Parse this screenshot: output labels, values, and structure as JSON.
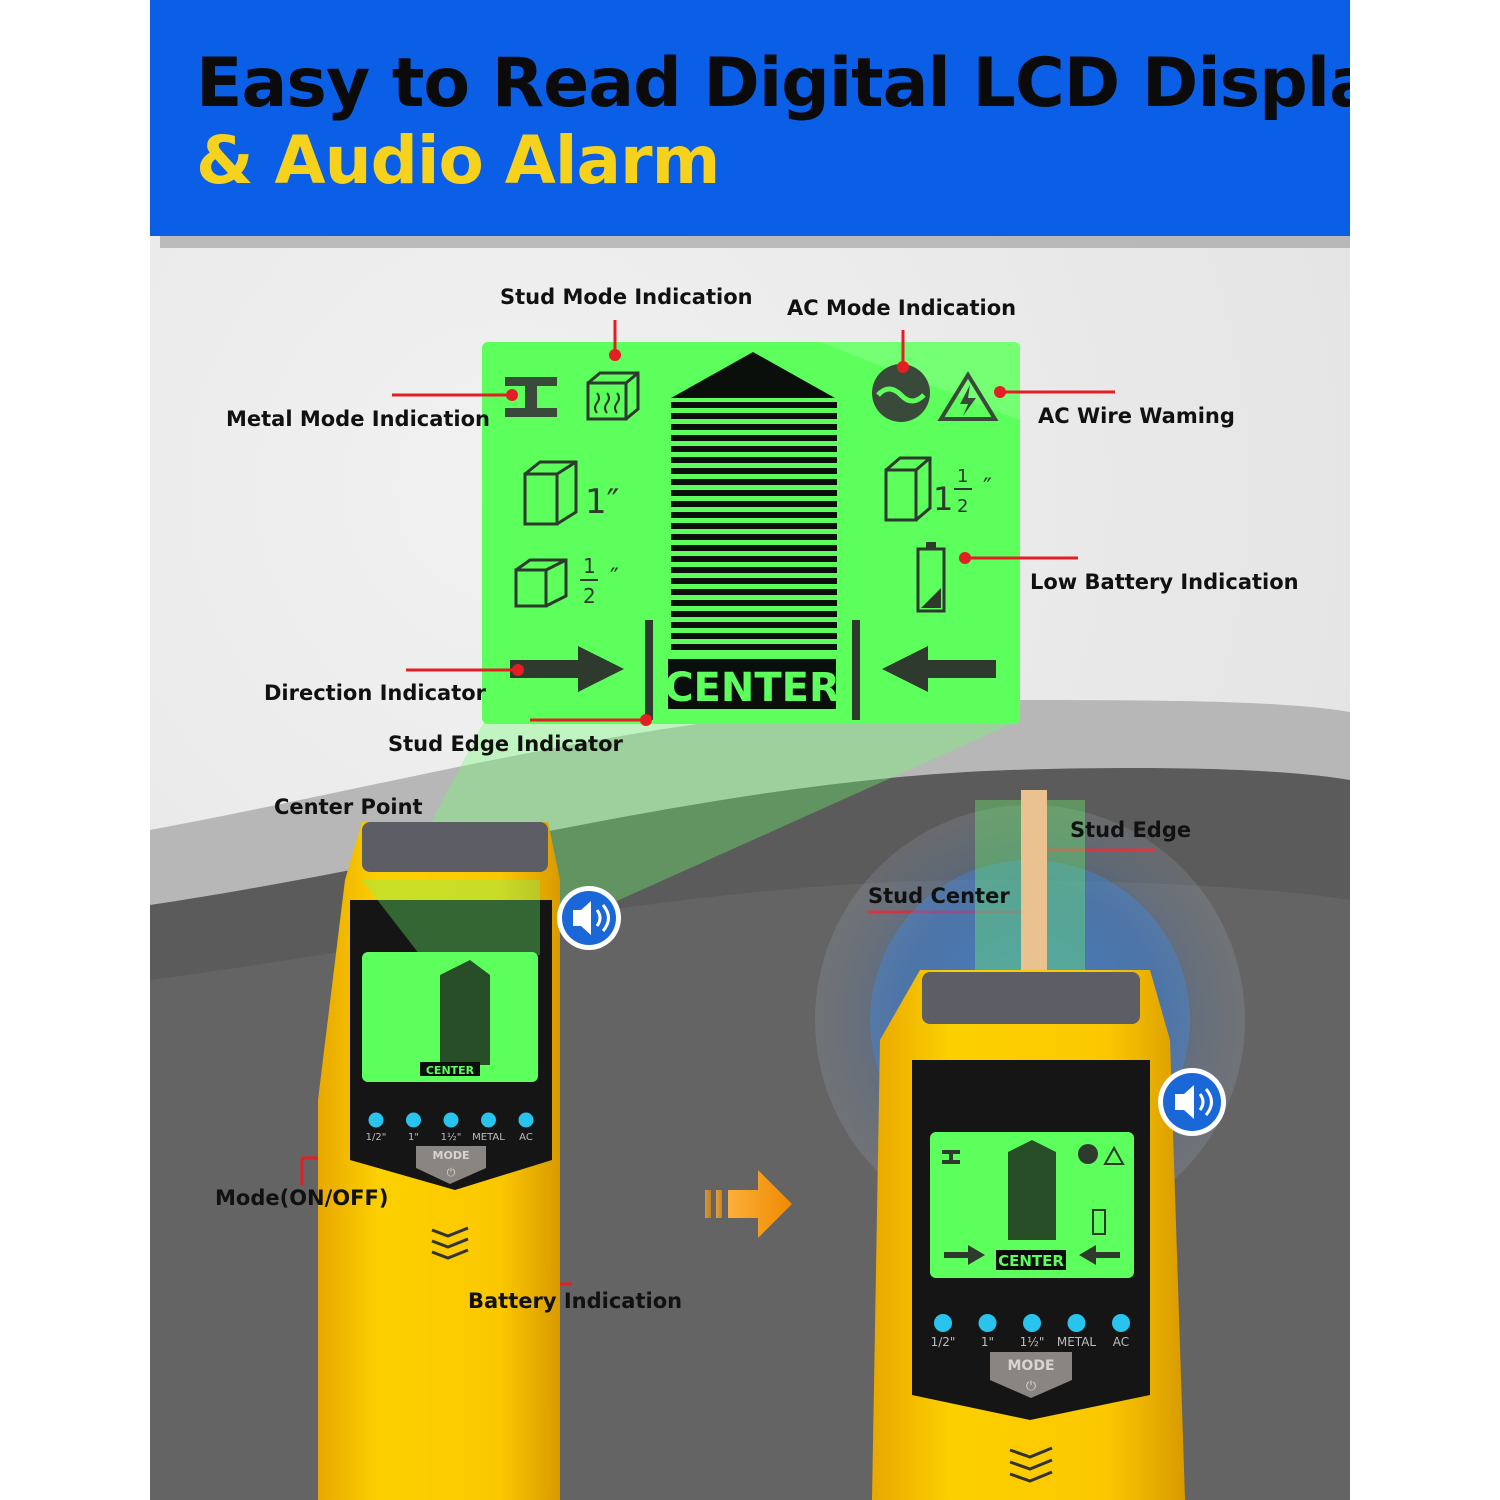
{
  "header": {
    "title_line1": "Easy to Read Digital LCD Display",
    "title_line2": "& Audio Alarm"
  },
  "lcd": {
    "center_text": "CENTER",
    "stud_1": "1″",
    "stud_half_num": "1",
    "stud_half_den": "2",
    "stud_onehalf_whole": "1",
    "stud_onehalf_num": "1",
    "stud_onehalf_den": "2",
    "inch_mark": "″"
  },
  "callouts": {
    "stud_mode": "Stud Mode Indication",
    "ac_mode": "AC Mode Indication",
    "metal_mode": "Metal Mode Indication",
    "ac_wire": "AC Wire Waming",
    "low_battery": "Low Battery Indication",
    "direction": "Direction Indicator",
    "stud_edge_indicator": "Stud Edge Indicator",
    "center_point": "Center Point",
    "stud_edge": "Stud Edge",
    "stud_center": "Stud Center",
    "mode_onoff": "Mode(ON/OFF)",
    "battery": "Battery Indication"
  },
  "device": {
    "mode_label": "MODE",
    "power_symbol": "⏻",
    "center_small": "CENTER",
    "leds": [
      "1/2\"",
      "1\"",
      "1½\"",
      "METAL",
      "AC"
    ]
  },
  "colors": {
    "header_blue": "#0a5fe6",
    "accent_yellow": "#f7d21c",
    "lcd_green": "#5cff5c",
    "device_yellow": "#fbc800",
    "callout_red": "#e31e24",
    "led_cyan": "#29c4ee"
  },
  "icons": [
    "metal-icon",
    "stud-mode-icon",
    "ac-mode-icon",
    "ac-warning-icon",
    "battery-icon",
    "speaker-icon",
    "arrow-right-icon",
    "arrow-left-icon"
  ]
}
